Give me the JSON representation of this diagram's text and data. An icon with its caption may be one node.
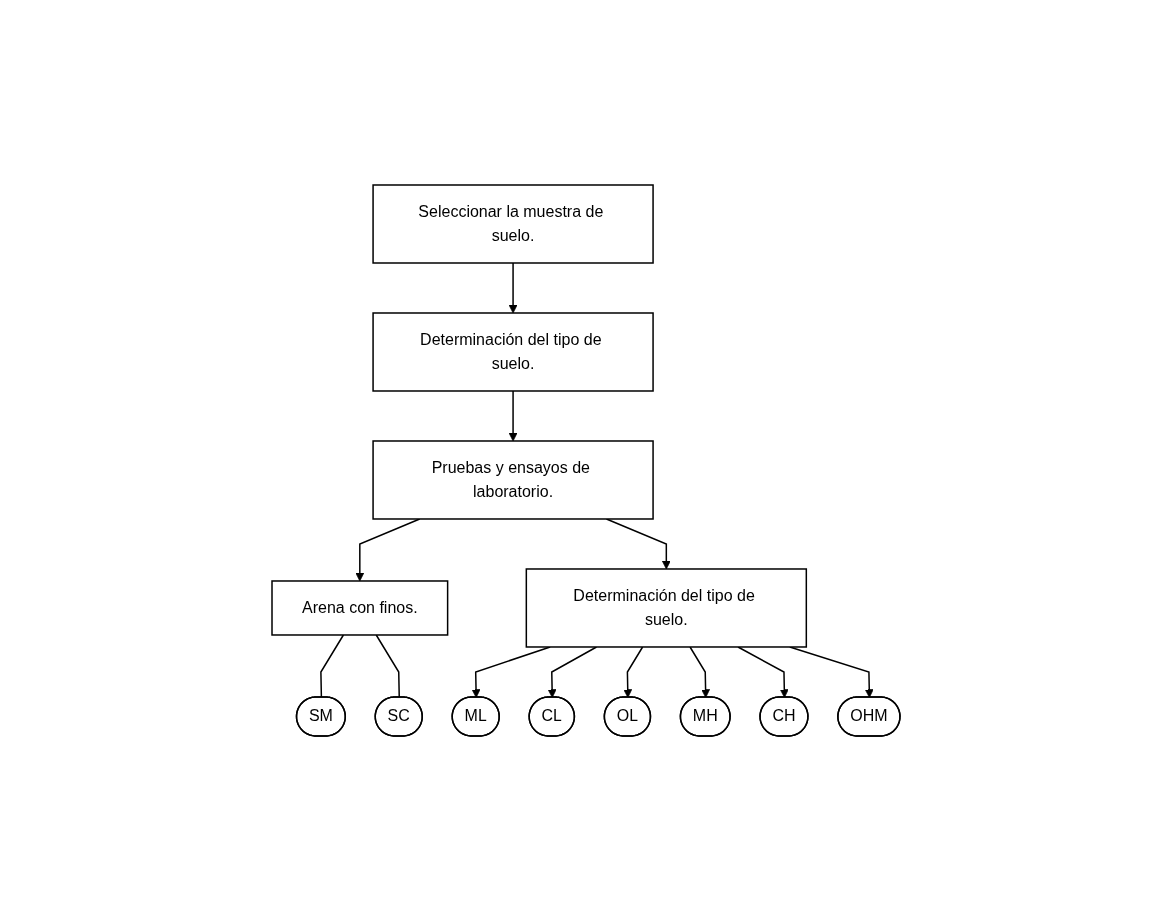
{
  "diagram": {
    "nodes": [
      {
        "text": [
          "Seleccionar la muestra de suelo."
        ]
      },
      {
        "text": [
          "Determinación del tipo de suelo."
        ]
      },
      {
        "text": [
          "Pruebas y ensayos de laboratorio."
        ]
      },
      {
        "text": [
          "Arena con finos."
        ]
      },
      {
        "text": [
          "Determinación del tipo de suelo."
        ]
      },
      {
        "text": [
          "SM"
        ]
      },
      {
        "text": [
          "SC"
        ]
      },
      {
        "text": [
          "ML"
        ]
      },
      {
        "text": [
          "CL"
        ]
      },
      {
        "text": [
          "OL"
        ]
      },
      {
        "text": [
          "MH"
        ]
      },
      {
        "text": [
          "CH"
        ]
      },
      {
        "text": [
          "OHM"
        ]
      }
    ],
    "edges": [
      {
        "from": 0,
        "to": 1,
        "arrow": "to"
      },
      {
        "from": 1,
        "to": 2,
        "arrow": "to"
      },
      {
        "from": 2,
        "to": 3,
        "arrow": "to"
      },
      {
        "from": 2,
        "to": 4,
        "arrow": "to"
      },
      {
        "from": 3,
        "to": 5,
        "arrow": "none"
      },
      {
        "from": 3,
        "to": 6,
        "arrow": "none"
      },
      {
        "from": 4,
        "to": 7,
        "arrow": "to"
      },
      {
        "from": 4,
        "to": 8,
        "arrow": "to"
      },
      {
        "from": 4,
        "to": 9,
        "arrow": "to"
      },
      {
        "from": 4,
        "to": 10,
        "arrow": "to"
      },
      {
        "from": 4,
        "to": 11,
        "arrow": "to"
      },
      {
        "from": 4,
        "to": 12,
        "arrow": "to"
      }
    ]
  }
}
